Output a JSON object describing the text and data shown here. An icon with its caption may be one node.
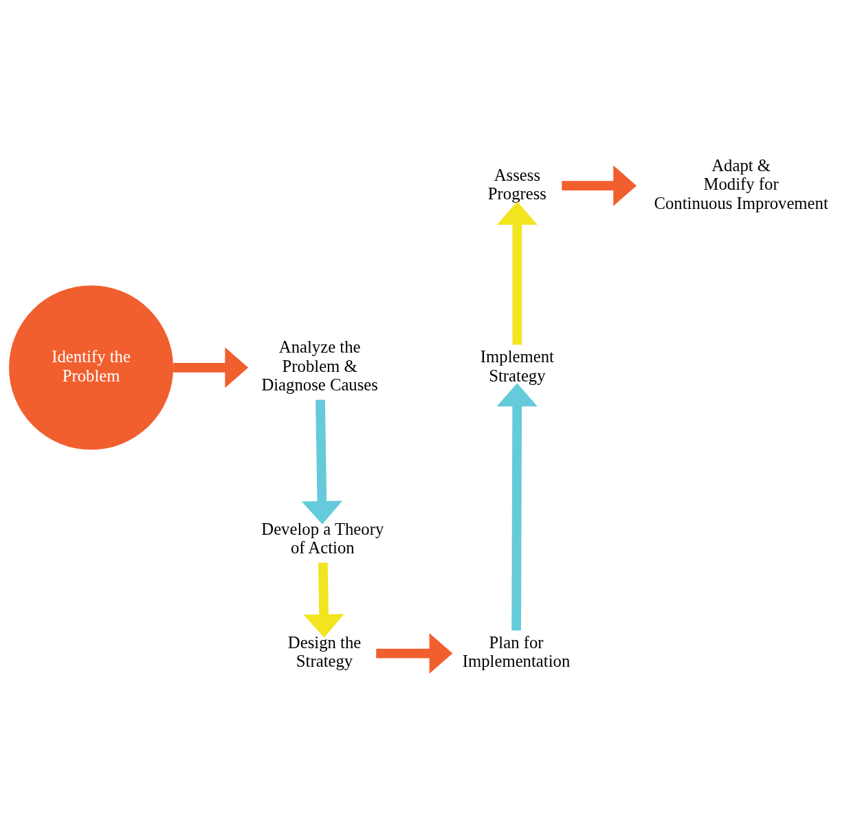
{
  "diagram": {
    "nodes": [
      {
        "text": [
          "Identify the Problem"
        ]
      },
      {
        "text": [
          "Analyze the Problem & Diagnose Causes"
        ]
      },
      {
        "text": [
          "Develop a Theory of Action"
        ]
      },
      {
        "text": [
          "Design the Strategy"
        ]
      },
      {
        "text": [
          "Plan for Implementation"
        ]
      },
      {
        "text": [
          "Implement Strategy"
        ]
      },
      {
        "text": [
          "Assess Progress"
        ]
      },
      {
        "text": [
          "Adapt & Modify for Continuous Improvement"
        ]
      }
    ],
    "edges": [
      {
        "from": 0,
        "to": 1,
        "arrow": "to"
      },
      {
        "from": 1,
        "to": 2,
        "arrow": "to",
        "color": "#65cad9"
      },
      {
        "from": 2,
        "to": 3,
        "arrow": "to",
        "color": "#f2e41f"
      },
      {
        "from": 3,
        "to": 4,
        "arrow": "to"
      },
      {
        "from": 4,
        "to": 5,
        "arrow": "to",
        "color": "#65cad9"
      },
      {
        "from": 5,
        "to": 6,
        "arrow": "to",
        "color": "#f2e41f"
      },
      {
        "from": 6,
        "to": 7,
        "arrow": "to"
      }
    ]
  }
}
